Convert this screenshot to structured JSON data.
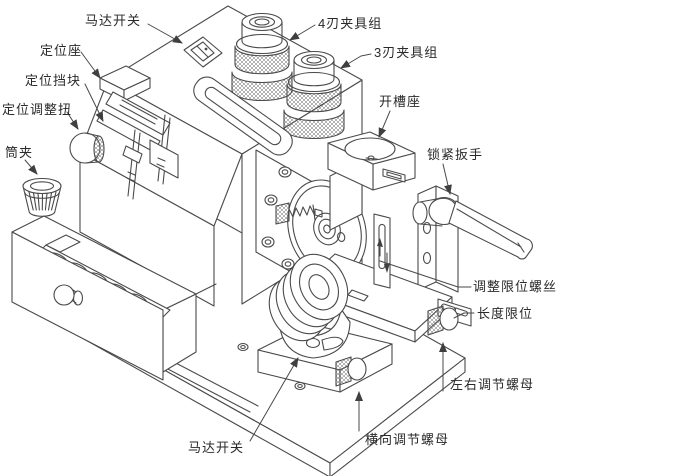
{
  "colors": {
    "background": "#ffffff",
    "line": "#4a4a4a",
    "label_text": "#2a2a2a",
    "arrow": "#3f3f3f"
  },
  "labels": {
    "motor_switch_top": "马达开关",
    "four_blade_fixture": "4刃夹具组",
    "three_blade_fixture": "3刃夹具组",
    "locating_seat": "定位座",
    "locating_block": "定位挡块",
    "locating_adjust_knob": "定位调整扭",
    "collet": "筒夹",
    "slot_seat": "开槽座",
    "lock_wrench": "锁紧扳手",
    "adjust_limit_screw": "调整限位螺丝",
    "length_limit": "长度限位",
    "left_right_adjust_nut": "左右调节螺母",
    "transverse_adjust_nut": "横向调节螺母",
    "motor_switch_bottom": "马达开关"
  }
}
